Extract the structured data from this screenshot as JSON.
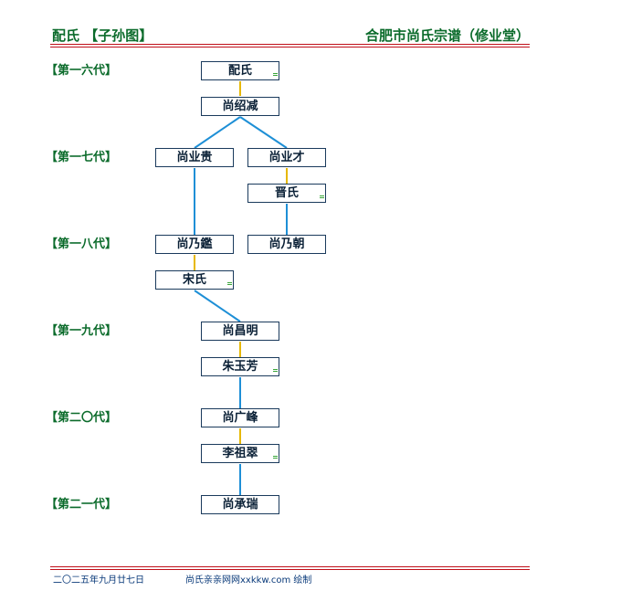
{
  "header": {
    "title_left": "配氏 【子孙图】",
    "title_right": "合肥市尚氏宗谱（修业堂）"
  },
  "generations": [
    {
      "label": "【第一六代】"
    },
    {
      "label": "【第一七代】"
    },
    {
      "label": "【第一八代】"
    },
    {
      "label": "【第一九代】"
    },
    {
      "label": "【第二〇代】"
    },
    {
      "label": "【第二一代】"
    }
  ],
  "people": {
    "peishi": "配氏",
    "shang_shaojian": "尚绍减",
    "shang_yegui": "尚业贵",
    "shang_yecai": "尚业才",
    "jinshi": "晋氏",
    "shang_naijian": "尚乃鑑",
    "shang_naichao": "尚乃朝",
    "songshi": "宋氏",
    "shang_changming": "尚昌明",
    "zhu_yufang": "朱玉芳",
    "shang_guangfeng": "尚广峰",
    "li_zucui": "李祖翠",
    "shang_chengrui": "尚承瑞"
  },
  "colors": {
    "accent_green": "#0b6b2b",
    "rule_red": "#c0101a",
    "parent_line": "#1e8fd6",
    "spouse_line": "#e6b800"
  },
  "footer": {
    "date": "二〇二五年九月廿七日",
    "credit": "尚氏亲亲网网xxkkw.com 绘制"
  }
}
